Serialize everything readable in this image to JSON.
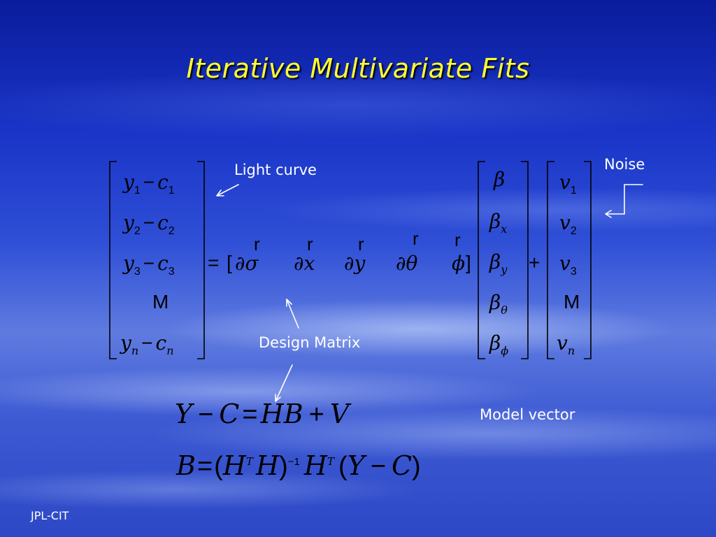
{
  "title": "Iterative Multivariate Fits",
  "labels": {
    "light_curve": "Light curve",
    "noise": "Noise",
    "design_matrix": "Design Matrix",
    "model_vector": "Model vector"
  },
  "lhs_rows": [
    {
      "y": "y",
      "ysub": "1",
      "minus": "−",
      "c": "c",
      "csub": "1"
    },
    {
      "y": "y",
      "ysub": "2",
      "minus": "−",
      "c": "c",
      "csub": "2"
    },
    {
      "y": "y",
      "ysub": "3",
      "minus": "−",
      "c": "c",
      "csub": "3"
    },
    {
      "y": "y",
      "ysub": "n",
      "minus": "−",
      "c": "c",
      "csub": "n"
    }
  ],
  "lhs_dots": "M",
  "equals": "=",
  "design_row": {
    "open": "[",
    "terms": [
      "∂σ",
      "∂x",
      "∂y",
      "∂θ",
      "ϕ"
    ],
    "arrow_marks": [
      "r",
      "r",
      "r",
      "r",
      "r"
    ],
    "close": "]"
  },
  "beta": {
    "symbol": "β",
    "subs": [
      "",
      "x",
      "y",
      "θ",
      "ϕ"
    ]
  },
  "plus": "+",
  "noise_vec": {
    "symbol": "v",
    "subs": [
      "1",
      "2",
      "3",
      "n"
    ],
    "dots": "M"
  },
  "equation1": {
    "lhs": "Y",
    "minus": "−",
    "c": "C",
    "eq": "=",
    "hb": "HB",
    "plus": "+",
    "v": "V"
  },
  "equation2": {
    "b": "B",
    "eq": "=",
    "open": "(",
    "h1": "H",
    "t1": "T",
    "h2": "H",
    "close": ")",
    "inv": "−1",
    "h3": "H",
    "t2": "T",
    "rest_open": "(",
    "y": "Y",
    "minus": "−",
    "c": "C",
    "rest_close": ")"
  },
  "footer": "JPL-CIT"
}
